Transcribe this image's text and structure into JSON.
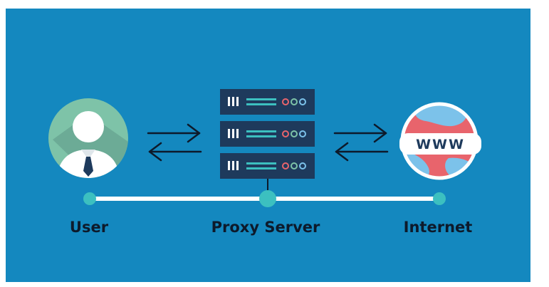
{
  "nodes": {
    "user": {
      "label": "User",
      "icon": "user-avatar-icon"
    },
    "proxy": {
      "label": "Proxy Server",
      "icon": "server-rack-icon"
    },
    "internet": {
      "label": "Internet",
      "icon": "globe-www-icon",
      "badge_text": "WWW"
    }
  },
  "colors": {
    "background": "#1488bf",
    "connector_line": "#ffffff",
    "connector_dot": "#3cc0c0",
    "server_unit": "#1e3a5c",
    "user_circle": "#7ec3a8",
    "globe_ocean": "#e8646c",
    "globe_land": "#7cc2ea",
    "label_text": "#0d1a2b"
  }
}
